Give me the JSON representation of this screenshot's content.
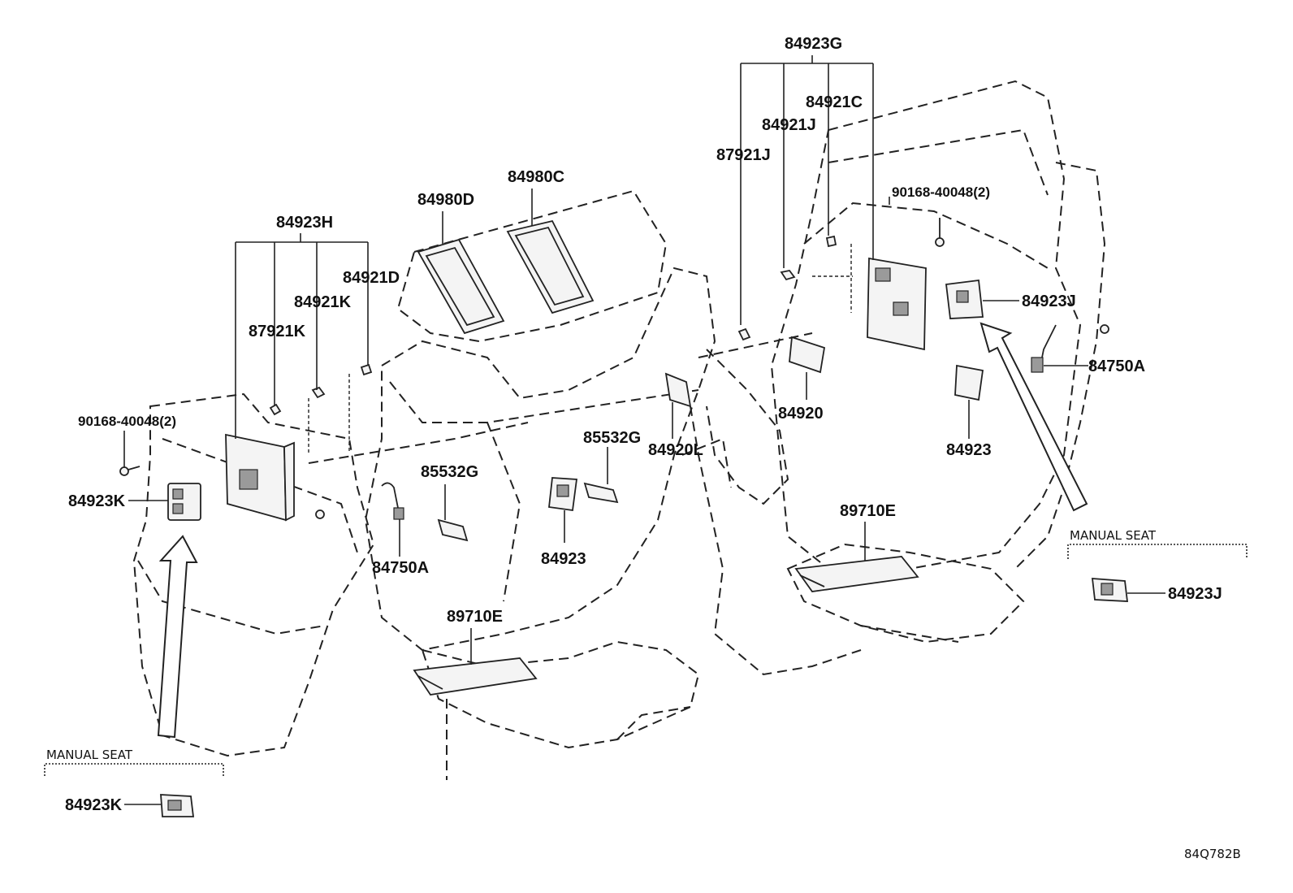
{
  "labels": {
    "p84923H": "84923H",
    "p84921D": "84921D",
    "p84921K": "84921K",
    "p87921K": "87921K",
    "p90168_left": "90168-40048(2)",
    "p84923K_top": "84923K",
    "p84750A_left": "84750A",
    "p84980D": "84980D",
    "p84980C": "84980C",
    "p85532G_a": "85532G",
    "p85532G_b": "85532G",
    "p84923_mid": "84923",
    "p89710E_left": "89710E",
    "p84920L": "84920L",
    "p84923G": "84923G",
    "p84921C": "84921C",
    "p84921J": "84921J",
    "p87921J": "87921J",
    "p90168_right": "90168-40048(2)",
    "p84923J_top": "84923J",
    "p84750A_right": "84750A",
    "p84920": "84920",
    "p84923_right": "84923",
    "p89710E_right": "89710E",
    "p84923J_bottom": "84923J",
    "p84923K_bottom": "84923K"
  },
  "captions": {
    "manual_seat_left": "MANUAL SEAT",
    "manual_seat_right": "MANUAL SEAT"
  },
  "reference_code": "84Q782B",
  "colors": {
    "line": "#222222",
    "part_fill": "#f4f4f4",
    "background": "#ffffff"
  }
}
